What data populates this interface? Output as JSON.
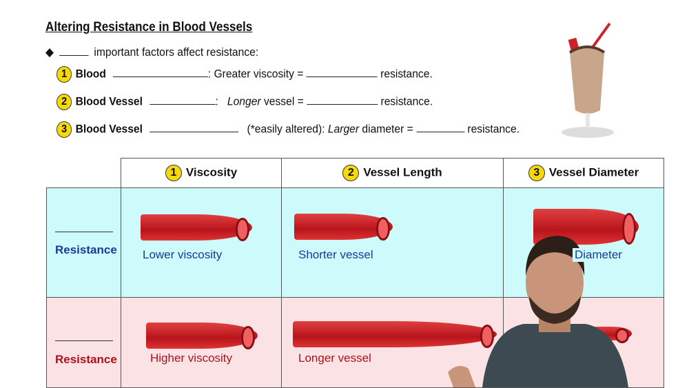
{
  "title": "Altering Resistance in Blood Vessels",
  "intro": "important factors affect resistance:",
  "factors": [
    {
      "num": "1",
      "bold": "Blood",
      "mid": ":  Greater viscosity =",
      "end": "resistance."
    },
    {
      "num": "2",
      "bold": "Blood Vessel",
      "mid_italic": "Longer",
      "mid": " vessel =",
      "end": "resistance."
    },
    {
      "num": "3",
      "bold": "Blood Vessel",
      "note": "(*easily altered):",
      "mid_italic": "Larger",
      "mid": " diameter =",
      "end": "resistance."
    }
  ],
  "table": {
    "headers": [
      {
        "num": "1",
        "label": "Viscosity"
      },
      {
        "num": "2",
        "label": "Vessel Length"
      },
      {
        "num": "3",
        "label": "Vessel Diameter"
      }
    ],
    "rows": [
      {
        "label": "Resistance",
        "color": "#1a3a9a",
        "cells": [
          "Lower viscosity",
          "Shorter vessel",
          "Diameter"
        ]
      },
      {
        "label": "Resistance",
        "color": "#b0101c",
        "cells": [
          "Higher viscosity",
          "Longer vessel",
          ""
        ]
      }
    ]
  },
  "colors": {
    "badge": "#f5d90a",
    "row1_bg": "#cdfafa",
    "row2_bg": "#fbe3e5",
    "vessel": "#c0161e"
  }
}
